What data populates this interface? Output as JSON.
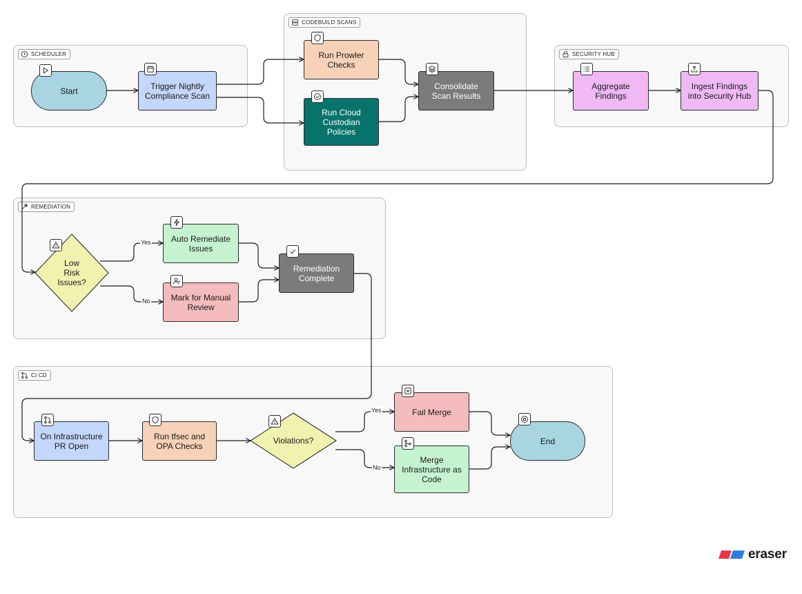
{
  "groups": {
    "scheduler": "SCHEDULER",
    "codebuild": "CODEBUILD SCANS",
    "security_hub": "SECURITY HUB",
    "remediation": "REMEDIATION",
    "cicd": "CI CD"
  },
  "nodes": {
    "start": "Start",
    "trigger": "Trigger Nightly\nCompliance Scan",
    "prowler": "Run Prowler\nChecks",
    "custodian": "Run Cloud\nCustodian\nPolicies",
    "consolidate": "Consolidate\nScan Results",
    "aggregate": "Aggregate\nFindings",
    "ingest": "Ingest Findings\ninto Security Hub",
    "low_risk": "Low\nRisk\nIssues?",
    "auto_remediate": "Auto Remediate\nIssues",
    "manual_review": "Mark for Manual\nReview",
    "remediation_complete": "Remediation\nComplete",
    "pr_open": "On Infrastructure\nPR Open",
    "tfsec": "Run tfsec and\nOPA Checks",
    "violations": "Violations?",
    "fail_merge": "Fail Merge",
    "merge_iac": "Merge\nInfrastructure as\nCode",
    "end": "End"
  },
  "edge_labels": {
    "low_risk_yes": "Yes",
    "low_risk_no": "No",
    "violations_yes": "Yes",
    "violations_no": "No"
  },
  "colors": {
    "blue_pill": "#a9d4e1",
    "blue_box": "#c3d6fb",
    "orange": "#f7d2b8",
    "teal": "#07736c",
    "gray": "#7b7b7b",
    "purple": "#f0b9f5",
    "yellow": "#f2f2b0",
    "green": "#c5f3cf",
    "red": "#f5bcbe"
  },
  "logo": {
    "text": "eraser"
  }
}
